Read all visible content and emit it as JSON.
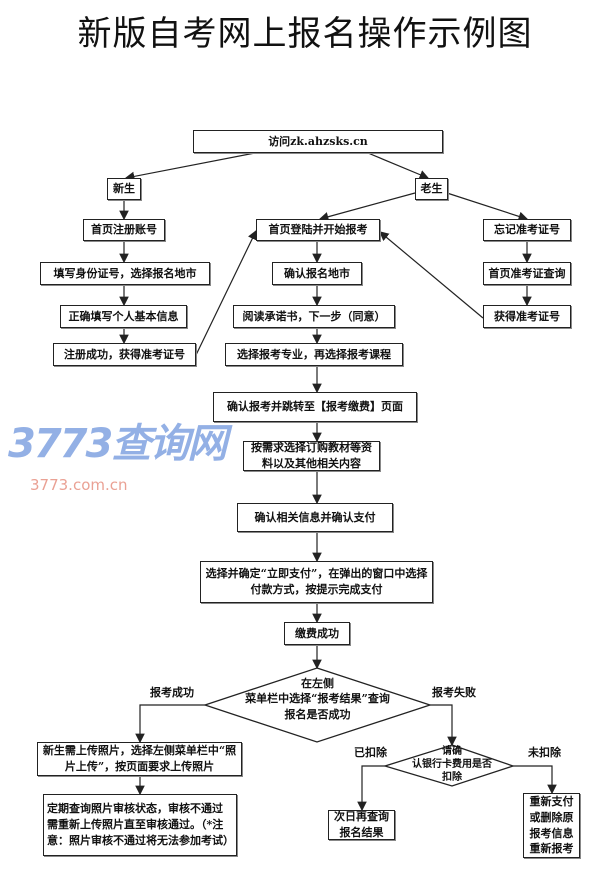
{
  "title": "新版自考网上报名操作示例图",
  "nodes": {
    "visit": "访问zk.ahzsks.cn",
    "new_student": "新生",
    "old_student": "老生",
    "register_account": "首页注册账号",
    "fill_id": "填写身份证号，选择报名地市",
    "fill_info": "正确填写个人基本信息",
    "register_success": "注册成功，获得准考证号",
    "login_start": "首页登陆并开始报考",
    "confirm_city": "确认报名地市",
    "read_promise": "阅读承诺书，下一步（同意）",
    "choose_major": "选择报考专业，再选择报考课程",
    "forgot_id": "忘记准考证号",
    "query_id": "首页准考证查询",
    "get_id": "获得准考证号",
    "confirm_jump": "确认报考并跳转至【报考缴费】页面",
    "choose_materials": "按需求选择订购教材等资料以及其他相关内容",
    "confirm_pay": "确认相关信息并确认支付",
    "pay_now": "选择并确定“立即支付”，在弹出的窗口中选择付款方式，按提示完成支付",
    "pay_success": "缴费成功",
    "decision_result": "在左侧\n菜单栏中选择“报考结果”查询\n报名是否成功",
    "upload_photo": "新生需上传照片，选择左侧菜单栏中“照片上传”，按页面要求上传照片",
    "check_photo": "定期查询照片审核状态，审核不通过需重新上传照片直至审核通过。（*注意：照片审核不通过将无法参加考试）",
    "decision_bank": "请确\n认银行卡费用是否\n扣除",
    "query_next_day": "次日再查询报名结果",
    "repay": "重新支付或删除原报考信息重新报考"
  },
  "edge_labels": {
    "success": "报考成功",
    "fail": "报考失败",
    "deducted": "已扣除",
    "not_deducted": "未扣除"
  },
  "watermark": {
    "logo": "3773查询网",
    "url": "3773.com.cn"
  }
}
